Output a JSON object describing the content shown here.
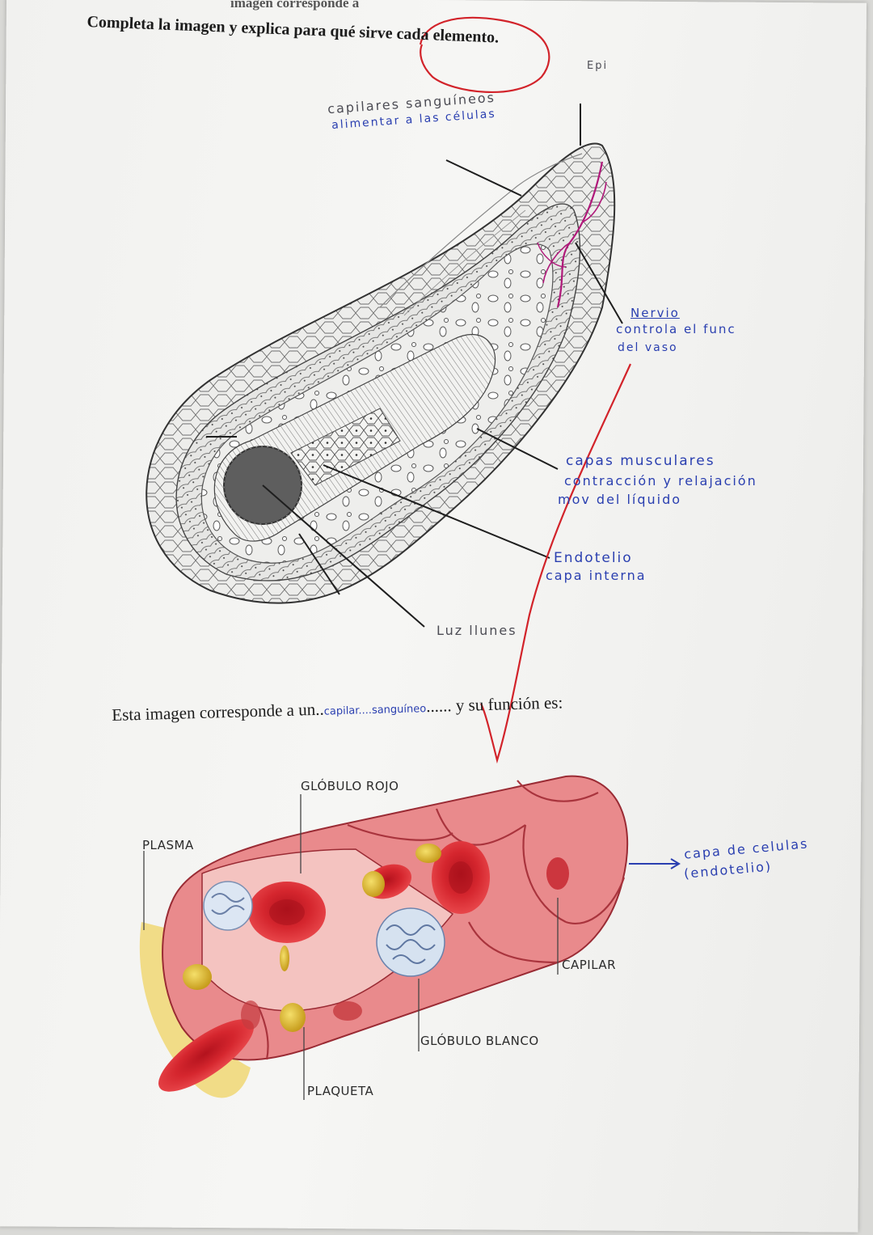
{
  "header": {
    "cut_text": "imagen corresponde a",
    "instruction": "Completa la imagen y explica para qué sirve cada elemento."
  },
  "figure1": {
    "labels": {
      "epi": "Epi",
      "capilares_title": "capilares sanguíneos",
      "capilares_desc": "alimentar a las células",
      "nervio_title": "Nervio",
      "nervio_desc1": "controla el func",
      "nervio_desc2": "del vaso",
      "capas_title": "capas musculares",
      "capas_desc1": "contracción y relajación",
      "capas_desc2": "mov del líquido",
      "endotelio_title": "Endotelio",
      "endotelio_desc": "capa interna",
      "luz": "Luz llunes"
    }
  },
  "figure2": {
    "sentence_prefix": "Esta imagen corresponde a un..",
    "sentence_answer": "capilar....sanguíneo",
    "sentence_suffix": "...... y su función es:",
    "labels": {
      "globulo_rojo": "GLÓBULO ROJO",
      "plasma": "PLASMA",
      "capilar": "CAPILAR",
      "globulo_blanco": "GLÓBULO BLANCO",
      "plaqueta": "PLAQUETA",
      "capa_note1": "capa de celulas",
      "capa_note2": "(endotelio)"
    }
  },
  "colors": {
    "ink_blue": "#2a3fb0",
    "correction_red": "#d2232a",
    "nerve_magenta": "#b0197a",
    "vessel_red": "#c8323a"
  }
}
